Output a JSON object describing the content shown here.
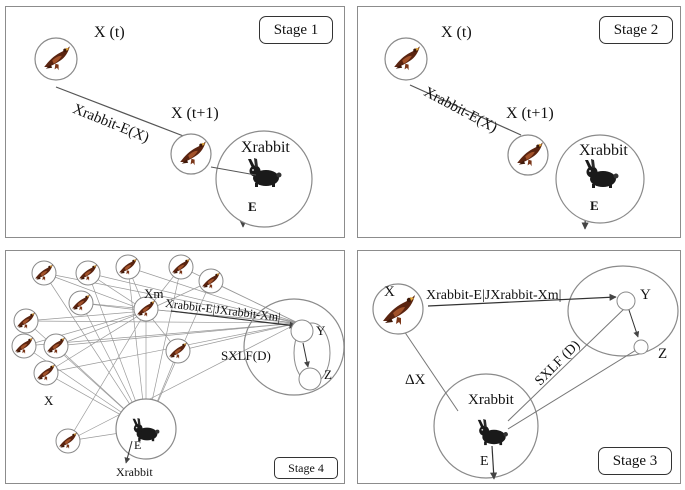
{
  "colors": {
    "bird": "#5a2410",
    "bird_light": "#a2522a",
    "beak": "#e3a93a",
    "rabbit": "#1a1a1a",
    "outline": "#8a8a8a",
    "line": "#555555"
  },
  "icons": {
    "hawk": "hawk-icon",
    "rabbit": "rabbit-icon"
  },
  "stage1": {
    "title": "Stage 1",
    "x_t": "X (t)",
    "x_t1": "X (t+1)",
    "edge": "Xrabbit-E(X)",
    "prey": "Xrabbit",
    "e": "E"
  },
  "stage2": {
    "title": "Stage 2",
    "x_t": "X (t)",
    "x_t1": "X (t+1)",
    "edge": "Xrabbit-E(X)",
    "prey": "Xrabbit",
    "e": "E"
  },
  "stage4": {
    "title": "Stage 4",
    "xm": "Xm",
    "edge": "Xrabbit-E|JXrabbit-Xm|",
    "y": "Y",
    "z": "Z",
    "sxlf": "SXLF(D)",
    "x": "X",
    "e": "E",
    "prey": "Xrabbit"
  },
  "stage3": {
    "title": "Stage 3",
    "x": "X",
    "edge": "Xrabbit-E|JXrabbit-Xm|",
    "y": "Y",
    "z": "Z",
    "sxlf": "SXLF (D)",
    "dx": "ΔX",
    "prey": "Xrabbit",
    "e": "E"
  }
}
